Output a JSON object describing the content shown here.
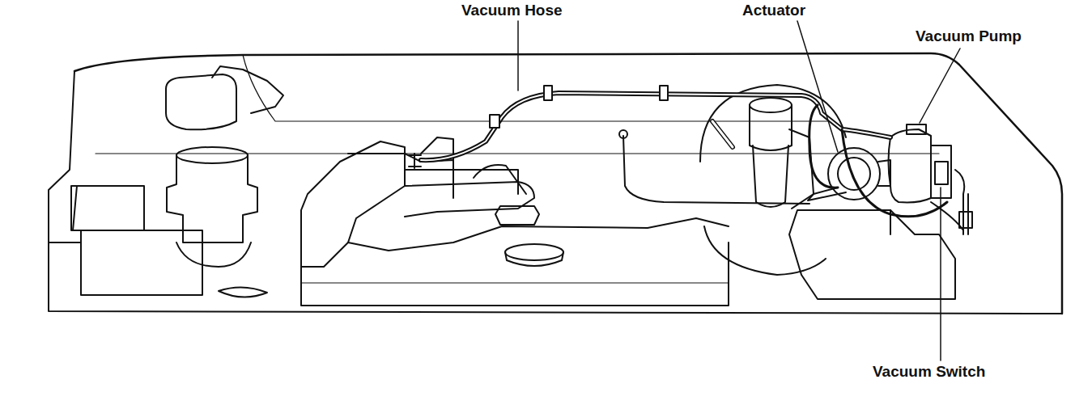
{
  "diagram": {
    "labels": [
      "Vacuum Hose",
      "Actuator",
      "Vacuum Pump",
      "Vacuum Switch"
    ]
  }
}
